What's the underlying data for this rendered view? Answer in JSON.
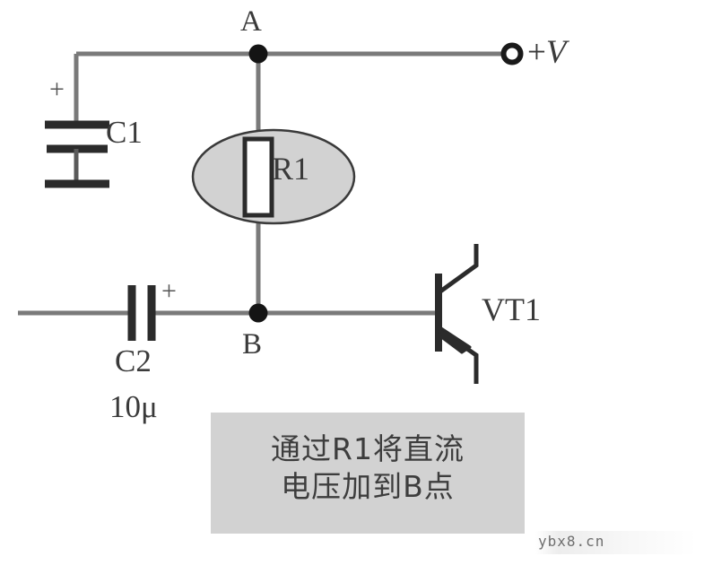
{
  "diagram": {
    "title": "Transistor bias circuit fragment",
    "background_color": "#ffffff",
    "wire_color": "#7a7a7a",
    "component_color": "#2b2b2b",
    "highlight_fill": "#d2d2d2"
  },
  "nodes": {
    "a_label": "A",
    "b_label": "B"
  },
  "terminals": {
    "supply_label": "+",
    "supply_symbol": "V"
  },
  "components": {
    "c1": {
      "label": "C1",
      "polarity": "+"
    },
    "c2": {
      "label": "C2",
      "value": "10μ",
      "polarity": "+"
    },
    "r1": {
      "label": "R1"
    },
    "vt1": {
      "label": "VT1"
    }
  },
  "caption": {
    "line1": "通过R1将直流",
    "line2": "电压加到B点"
  },
  "watermark": {
    "text": "ybx8.cn"
  }
}
